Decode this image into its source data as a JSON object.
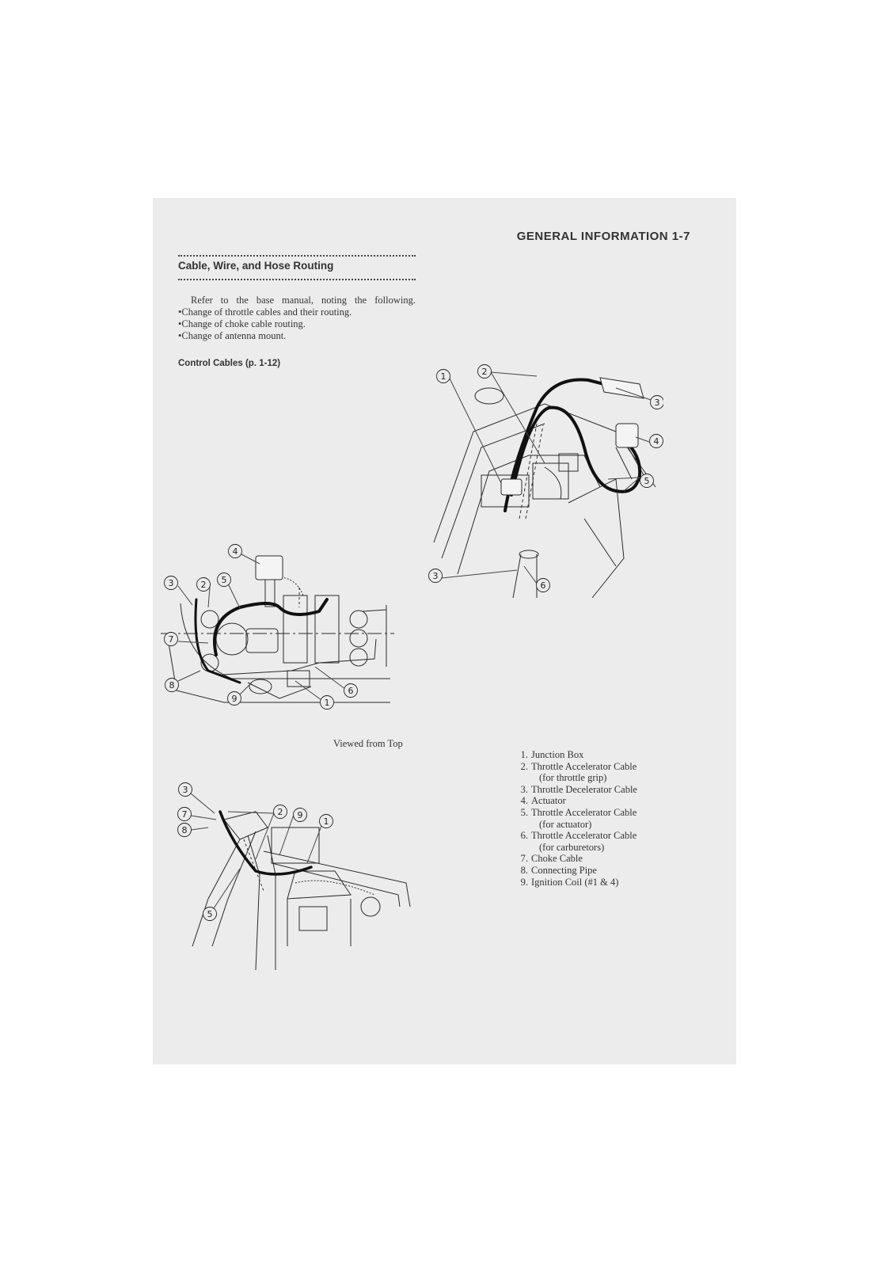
{
  "header": {
    "title": "GENERAL INFORMATION 1-7"
  },
  "section": {
    "title": "Cable, Wire, and Hose Routing",
    "intro": "Refer to the base manual, noting the following.",
    "bullets": [
      "Change of throttle cables and their routing.",
      "Change of choke cable routing.",
      "Change of antenna mount."
    ],
    "subheading": "Control Cables (p. 1-12)"
  },
  "figure_caption": "Viewed from Top",
  "callouts": {
    "fig_top_right": [
      "1",
      "2",
      "3",
      "4",
      "5",
      "3",
      "6"
    ],
    "fig_left_top": [
      "4",
      "3",
      "2",
      "5",
      "7",
      "8",
      "9",
      "1",
      "6"
    ],
    "fig_left_bottom": [
      "3",
      "7",
      "8",
      "2",
      "9",
      "1",
      "5"
    ]
  },
  "legend": [
    {
      "num": "1.",
      "text": "Junction Box"
    },
    {
      "num": "2.",
      "text": "Throttle Accelerator Cable",
      "sub": "(for throttle grip)"
    },
    {
      "num": "3.",
      "text": "Throttle Decelerator Cable"
    },
    {
      "num": "4.",
      "text": "Actuator"
    },
    {
      "num": "5.",
      "text": "Throttle Accelerator Cable",
      "sub": "(for actuator)"
    },
    {
      "num": "6.",
      "text": "Throttle Accelerator Cable",
      "sub": "(for carburetors)"
    },
    {
      "num": "7.",
      "text": "Choke Cable"
    },
    {
      "num": "8.",
      "text": "Connecting Pipe"
    },
    {
      "num": "9.",
      "text": "Ignition Coil (#1 & 4)"
    }
  ]
}
